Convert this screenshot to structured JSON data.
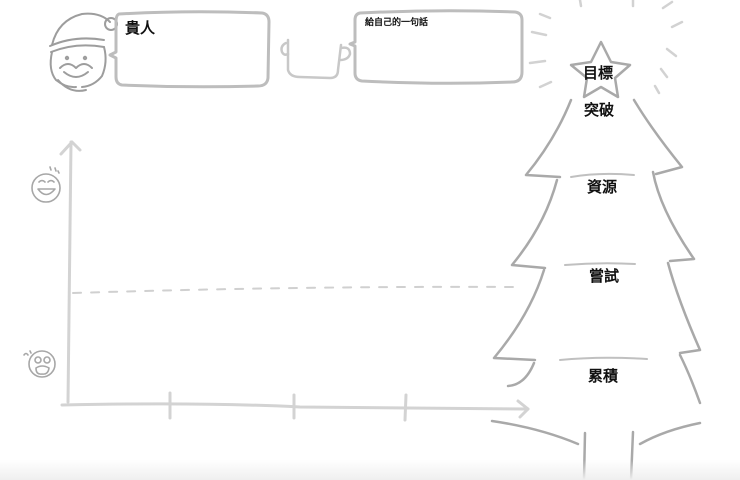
{
  "worksheet": {
    "benefactor_box": {
      "label": "貴人",
      "value": ""
    },
    "quote_box": {
      "label": "給自己的一句話",
      "value": ""
    },
    "tree": {
      "levels": [
        {
          "id": "goal",
          "label": "目標"
        },
        {
          "id": "breakthrough",
          "label": "突破"
        },
        {
          "id": "resources",
          "label": "資源"
        },
        {
          "id": "attempt",
          "label": "嘗試"
        },
        {
          "id": "accumulation",
          "label": "累積"
        }
      ]
    },
    "graph": {
      "y_axis_top_icon": "happy-face-icon",
      "y_axis_bottom_icon": "scared-face-icon",
      "x_axis_ticks": 3,
      "baseline": "dashed"
    },
    "colors": {
      "stroke": "#c4c4c4",
      "stroke_dark": "#a8a8a8",
      "text": "#111111",
      "background": "#ffffff"
    }
  }
}
